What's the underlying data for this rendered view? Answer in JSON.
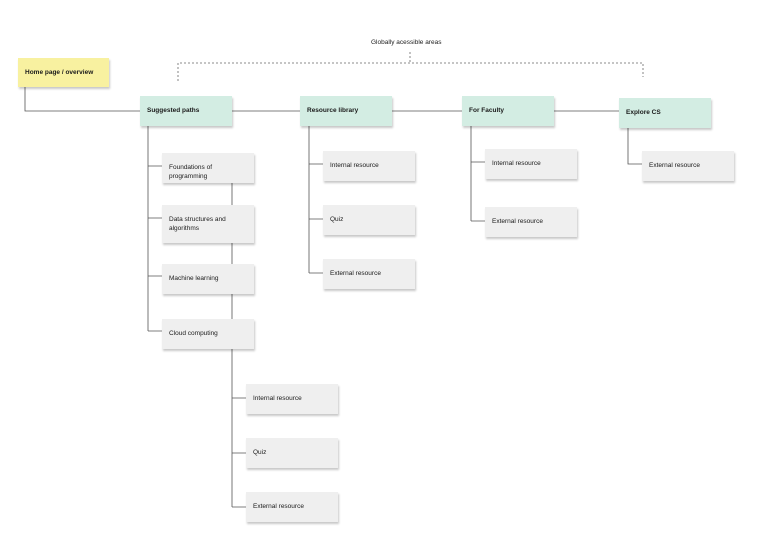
{
  "caption": "Globally acessible areas",
  "root": "Home page / overview",
  "sections": {
    "suggested_paths": {
      "title": "Suggested paths",
      "children": [
        "Foundations of programming",
        "Data structures and algorithms",
        "Machine learning",
        "Cloud computing"
      ],
      "cloud_children": [
        "Internal resource",
        "Quiz",
        "External resource"
      ]
    },
    "resource_library": {
      "title": "Resource library",
      "children": [
        "Internal resource",
        "Quiz",
        "External resource"
      ]
    },
    "for_faculty": {
      "title": "For Faculty",
      "children": [
        "Internal resource",
        "External resource"
      ]
    },
    "explore_cs": {
      "title": "Explore CS",
      "children": [
        "External resource"
      ]
    }
  },
  "colors": {
    "root": "#f8f1a0",
    "section": "#d3ede3",
    "leaf": "#efefef",
    "connector": "#555555"
  }
}
